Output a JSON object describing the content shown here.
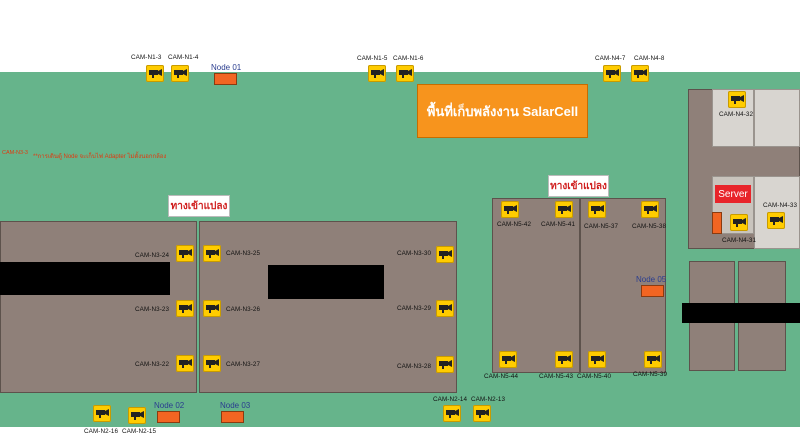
{
  "buildings": {
    "solar_label": "พื้นที่เก็บพลังงาน SalarCell",
    "gate_left": "ทางเข้าแปลง",
    "gate_right": "ทางเข้าแปลง",
    "server_label": "Server"
  },
  "notes": {
    "left_note_code": "CAM-N3-3",
    "left_note_text": "**การเดินตู้ Node จะเก็บไฟ Adapter ไม่ตั้งนอกกล้อง"
  },
  "nodes": [
    {
      "id": "node-01",
      "label": "Node 01"
    },
    {
      "id": "node-02",
      "label": "Node 02"
    },
    {
      "id": "node-03",
      "label": "Node 03"
    },
    {
      "id": "node-05",
      "label": "Node 05"
    }
  ],
  "cameras": [
    {
      "id": "n1-3",
      "label": "CAM-N1-3"
    },
    {
      "id": "n1-4",
      "label": "CAM-N1-4"
    },
    {
      "id": "n1-5",
      "label": "CAM-N1-5"
    },
    {
      "id": "n1-6",
      "label": "CAM-N1-6"
    },
    {
      "id": "n4-7",
      "label": "CAM-N4-7"
    },
    {
      "id": "n4-8",
      "label": "CAM-N4-8"
    },
    {
      "id": "n4-32",
      "label": "CAM-N4-32"
    },
    {
      "id": "n4-33",
      "label": "CAM-N4-33"
    },
    {
      "id": "n4-31",
      "label": "CAM-N4-31"
    },
    {
      "id": "n3-24",
      "label": "CAM-N3-24"
    },
    {
      "id": "n3-25",
      "label": "CAM-N3-25"
    },
    {
      "id": "n3-23",
      "label": "CAM-N3-23"
    },
    {
      "id": "n3-26",
      "label": "CAM-N3-26"
    },
    {
      "id": "n3-22",
      "label": "CAM-N3-22"
    },
    {
      "id": "n3-27",
      "label": "CAM-N3-27"
    },
    {
      "id": "n3-30",
      "label": "CAM-N3-30"
    },
    {
      "id": "n3-29",
      "label": "CAM-N3-29"
    },
    {
      "id": "n3-28",
      "label": "CAM-N3-28"
    },
    {
      "id": "n5-42",
      "label": "CAM-N5-42"
    },
    {
      "id": "n5-41",
      "label": "CAM-N5-41"
    },
    {
      "id": "n5-37",
      "label": "CAM-N5-37"
    },
    {
      "id": "n5-38",
      "label": "CAM-N5-38"
    },
    {
      "id": "n5-44",
      "label": "CAM-N5-44"
    },
    {
      "id": "n5-43",
      "label": "CAM-N5-43"
    },
    {
      "id": "n5-40",
      "label": "CAM-N5-40"
    },
    {
      "id": "n5-39",
      "label": "CAM-N5-39"
    },
    {
      "id": "n2-16",
      "label": "CAM-N2-16"
    },
    {
      "id": "n2-15",
      "label": "CAM-N2-15"
    },
    {
      "id": "n2-14",
      "label": "CAM-N2-14"
    },
    {
      "id": "n2-13",
      "label": "CAM-N2-13"
    }
  ],
  "colors": {
    "field": "#66b48b",
    "plot": "#8f8079",
    "camera": "#ffcc00",
    "node": "#f26522",
    "solar": "#f7941d",
    "server": "#e8242a"
  }
}
